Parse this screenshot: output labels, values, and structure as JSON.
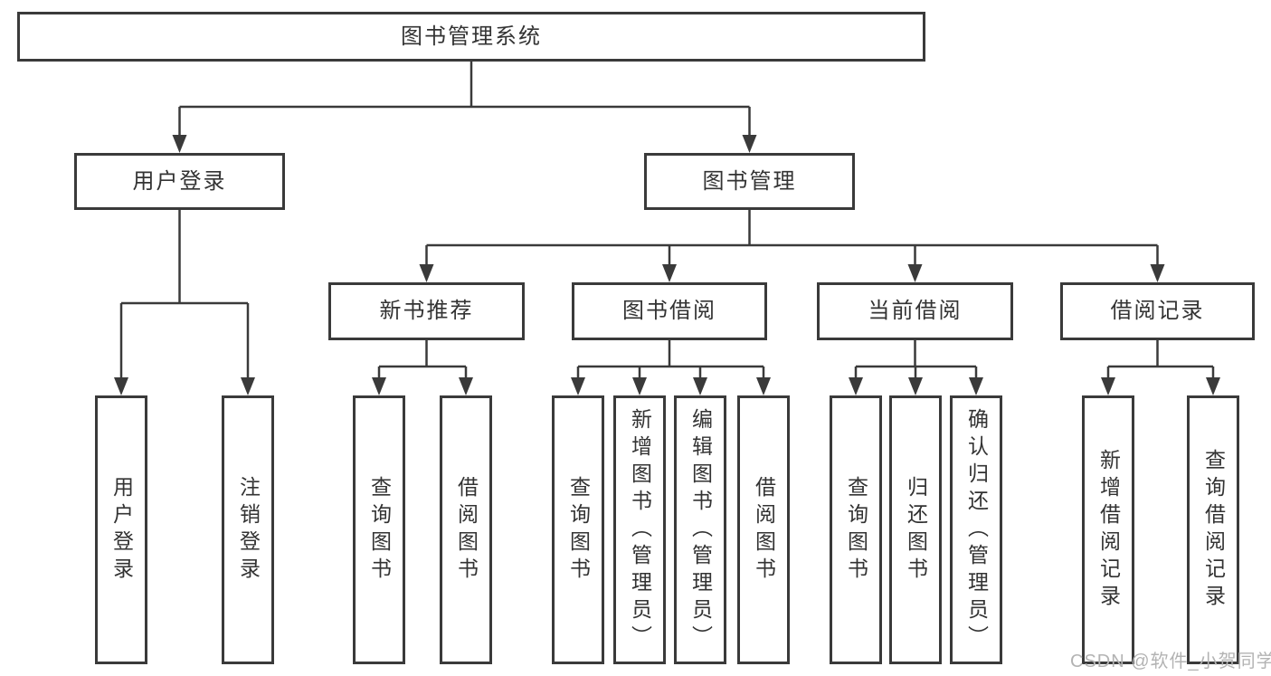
{
  "nodes": {
    "root": "图书管理系统",
    "user_login": "用户登录",
    "book_mgmt": "图书管理",
    "new_book_rec": "新书推荐",
    "book_borrow": "图书借阅",
    "current_borrow": "当前借阅",
    "borrow_records": "借阅记录",
    "leaves": {
      "user_login_leaf": "用户登录",
      "logout": "注销登录",
      "query_book_rec": "查询图书",
      "borrow_book_rec": "借阅图书",
      "query_book_borrow": "查询图书",
      "add_book_admin": "新增图书（管理员）",
      "edit_book_admin": "编辑图书（管理员）",
      "borrow_book_borrow": "借阅图书",
      "query_book_current": "查询图书",
      "return_book": "归还图书",
      "confirm_return_admin": "确认归还（管理员）",
      "add_borrow_record": "新增借阅记录",
      "query_borrow_record": "查询借阅记录"
    }
  },
  "hierarchy": {
    "图书管理系统": {
      "用户登录": [
        "用户登录",
        "注销登录"
      ],
      "图书管理": {
        "新书推荐": [
          "查询图书",
          "借阅图书"
        ],
        "图书借阅": [
          "查询图书",
          "新增图书（管理员）",
          "编辑图书（管理员）",
          "借阅图书"
        ],
        "当前借阅": [
          "查询图书",
          "归还图书",
          "确认归还（管理员）"
        ],
        "借阅记录": [
          "新增借阅记录",
          "查询借阅记录"
        ]
      }
    }
  },
  "watermark": {
    "text": "CSDN @软件_小贺同学"
  },
  "colors": {
    "line": "#3a3a3a",
    "border": "#3a3a3a",
    "text": "#333333",
    "watermark": "#b3b3b3",
    "background": "#ffffff"
  }
}
